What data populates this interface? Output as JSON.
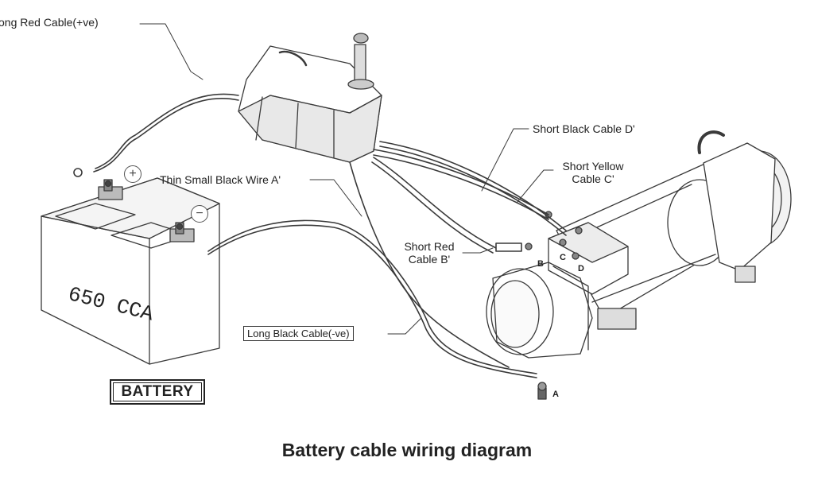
{
  "labels": {
    "long_red": "ong Red Cable(+ve)",
    "short_black_d": "Short Black Cable D'",
    "short_yellow_line1": "Short Yellow",
    "short_yellow_line2": "Cable C'",
    "thin_small_black": "Thin Small Black Wire A'",
    "short_red_line1": "Short Red",
    "short_red_line2": "Cable B'",
    "long_black": "Long Black Cable(-ve)"
  },
  "terminals": {
    "a": "A",
    "b": "B",
    "c": "C",
    "d": "D"
  },
  "battery": {
    "rating": "650 CCA",
    "tag": "BATTERY",
    "positive": "+",
    "negative": "−"
  },
  "caption": "Battery cable wiring diagram",
  "colors": {
    "line": "#3a3a3a",
    "fill": "#ffffff",
    "shade": "#cfcfcf",
    "dark": "#555555"
  }
}
